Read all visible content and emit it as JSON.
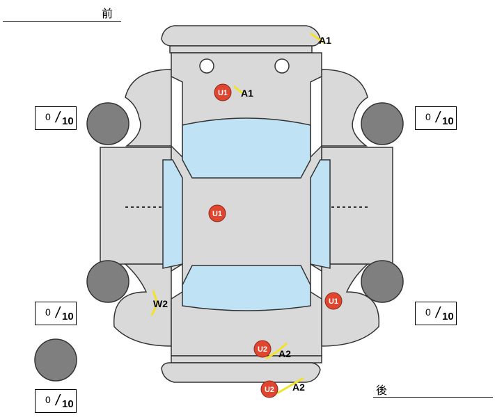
{
  "labels": {
    "front": "前",
    "rear": "後"
  },
  "tire_gauges": [
    {
      "id": "front-left",
      "value": "0",
      "max": "10"
    },
    {
      "id": "front-right",
      "value": "0",
      "max": "10"
    },
    {
      "id": "rear-left",
      "value": "0",
      "max": "10"
    },
    {
      "id": "rear-right",
      "value": "0",
      "max": "10"
    },
    {
      "id": "spare",
      "value": "0",
      "max": "10"
    }
  ],
  "damage_marks": [
    {
      "badge": "U1",
      "code": "A1"
    },
    {
      "badge": "U1",
      "code": ""
    },
    {
      "badge": "U1",
      "code": ""
    },
    {
      "badge": "U2",
      "code": "A2"
    },
    {
      "badge": "U2",
      "code": "A2"
    },
    {
      "badge": "",
      "code": "A1"
    },
    {
      "badge": "",
      "code": "W2"
    }
  ],
  "colors": {
    "body": "#d9d9d9",
    "glass": "#bfe3f5",
    "tire": "#7f7f7f",
    "badge": "#e0452f",
    "scratch": "#f3e22a"
  }
}
